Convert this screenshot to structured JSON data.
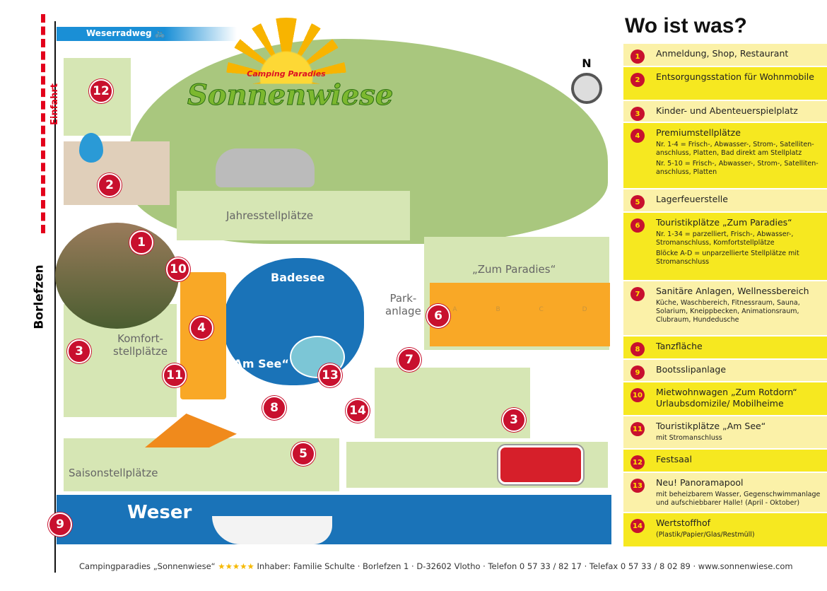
{
  "map": {
    "bike_route": "Weserradweg",
    "logo_top": "Camping Paradies",
    "logo_main": "Sonnenwiese",
    "compass": "N",
    "road_label": "Borlefzen",
    "entry_label": "Einfahrt",
    "river": "Weser",
    "areas": {
      "jahres": "Jahresstellplätze",
      "paradies": "„Zum Paradies“",
      "badesee": "Badesee",
      "park": "Park-\nanlage",
      "amsee": "„Am See“",
      "komfort": "Komfort-\nstellplätze",
      "saison": "Saisonstellplätze"
    },
    "paradies_blocks": [
      "A",
      "B",
      "C",
      "D"
    ]
  },
  "legend": {
    "title": "Wo ist was?",
    "items": [
      {
        "n": "1",
        "title": "Anmeldung, Shop, Restaurant"
      },
      {
        "n": "2",
        "title": "Entsorgungsstation für Wohnmobile"
      },
      {
        "n": "3",
        "title": "Kinder- und Abenteuerspielplatz"
      },
      {
        "n": "4",
        "title": "Premiumstellplätze",
        "sub1": "Nr. 1-4 = Frisch-, Abwasser-, Strom-, Satelliten-anschluss, Platten, Bad direkt am Stellplatz",
        "sub2": "Nr. 5-10 = Frisch-, Abwasser-, Strom-, Satelliten-anschluss, Platten"
      },
      {
        "n": "5",
        "title": "Lagerfeuerstelle"
      },
      {
        "n": "6",
        "title": "Touristikplätze „Zum Paradies“",
        "sub1": "Nr. 1-34 = parzelliert, Frisch-, Abwasser-, Stromanschluss, Komfortstellplätze",
        "sub2": "Blöcke A-D = unparzellierte Stellplätze mit Stromanschluss"
      },
      {
        "n": "7",
        "title": "Sanitäre Anlagen, Wellnessbereich",
        "sub1": "Küche, Waschbereich, Fitnessraum, Sauna, Solarium, Kneippbecken, Animationsraum, Clubraum, Hundedusche"
      },
      {
        "n": "8",
        "title": "Tanzfläche"
      },
      {
        "n": "9",
        "title": "Bootsslipanlage"
      },
      {
        "n": "10",
        "title": "Mietwohnwagen „Zum Rotdorn“ Urlaubsdomizile/ Mobilheime"
      },
      {
        "n": "11",
        "title": "Touristikplätze „Am See“",
        "sub1": "mit Stromanschluss"
      },
      {
        "n": "12",
        "title": "Festsaal"
      },
      {
        "n": "13",
        "title": "Neu! Panoramapool",
        "sub1": "mit beheizbarem Wasser, Gegenschwimmanlage und aufschiebbarer Halle! (April - Oktober)"
      },
      {
        "n": "14",
        "title": "Wertstoffhof",
        "sub1": "(Plastik/Papier/Glas/Restmüll)"
      }
    ]
  },
  "footer": {
    "name": "Campingparadies „Sonnenwiese“",
    "stars": "★★★★★",
    "info": "Inhaber: Familie Schulte · Borlefzen 1 · D-32602 Vlotho · Telefon 0 57 33 / 82 17 · Telefax 0 57 33 / 8 02 89 · www.sonnenwiese.com"
  },
  "colors": {
    "red": "#c8102e",
    "yellow": "#f6e820",
    "green": "#d6e6b4",
    "water": "#1a73b8"
  }
}
